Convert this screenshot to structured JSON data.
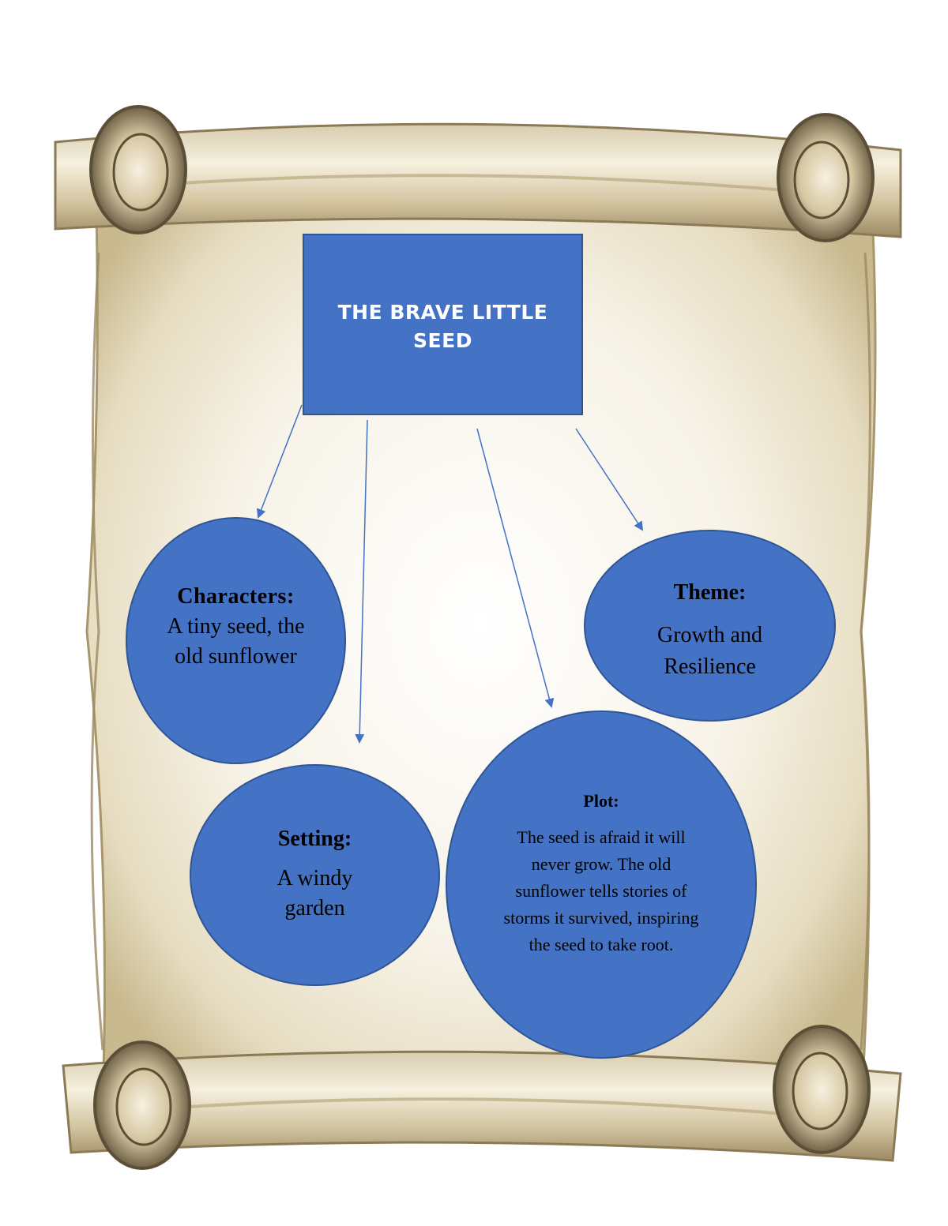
{
  "title": [
    "THE BRAVE LITTLE",
    "SEED"
  ],
  "nodes": {
    "characters": {
      "heading": "Characters:",
      "text": "A tiny seed, the old sunflower"
    },
    "setting": {
      "heading": "Setting:",
      "text": "A windy garden"
    },
    "plot": {
      "heading": "Plot:",
      "text": "The seed is afraid it will never grow. The old sunflower tells stories of storms it survived, inspiring the seed to take root."
    },
    "theme": {
      "heading": "Theme:",
      "text": "Growth and Resilience"
    }
  },
  "colors": {
    "node_fill": "#4472c4",
    "node_border": "#2f5597",
    "arrow": "#4472c4",
    "title_text": "#ffffff",
    "parchment": "#efe8d6"
  },
  "icons": [
    "parchment-scroll-icon"
  ]
}
